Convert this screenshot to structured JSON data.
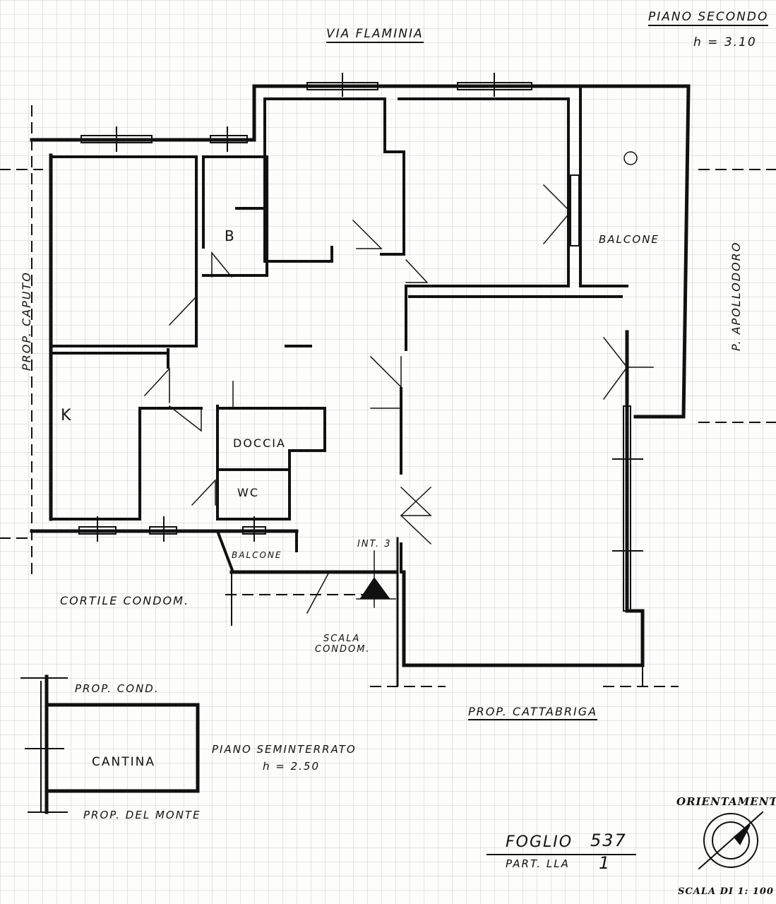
{
  "header": {
    "street": "VIA FLAMINIA",
    "floor": "PIANO SECONDO",
    "floor_height": "h = 3.10"
  },
  "neighbors": {
    "west": "PROP. CAPUTO",
    "east": "P. APOLLODORO",
    "south": "PROP. CATTABRIGA",
    "yard": "CORTILE CONDOM."
  },
  "rooms": {
    "bath": "B",
    "kitchen": "K",
    "shower": "DOCCIA",
    "wc": "WC",
    "balcony_east": "BALCONE",
    "balcony_south": "BALCONE",
    "unit": "INT. 3",
    "stair_line1": "SCALA",
    "stair_line2": "CONDOM."
  },
  "cellar": {
    "north": "PROP. COND.",
    "room": "CANTINA",
    "south": "PROP. DEL MONTE",
    "level": "PIANO SEMINTERRATO",
    "level_height": "h = 2.50"
  },
  "cadastral": {
    "sheet_label": "FOGLIO",
    "sheet_value": "537",
    "parcel_label": "PART. LLA",
    "parcel_value": "1"
  },
  "legend": {
    "orientation": "ORIENTAMENTO",
    "scale": "SCALA DI 1: 100"
  }
}
